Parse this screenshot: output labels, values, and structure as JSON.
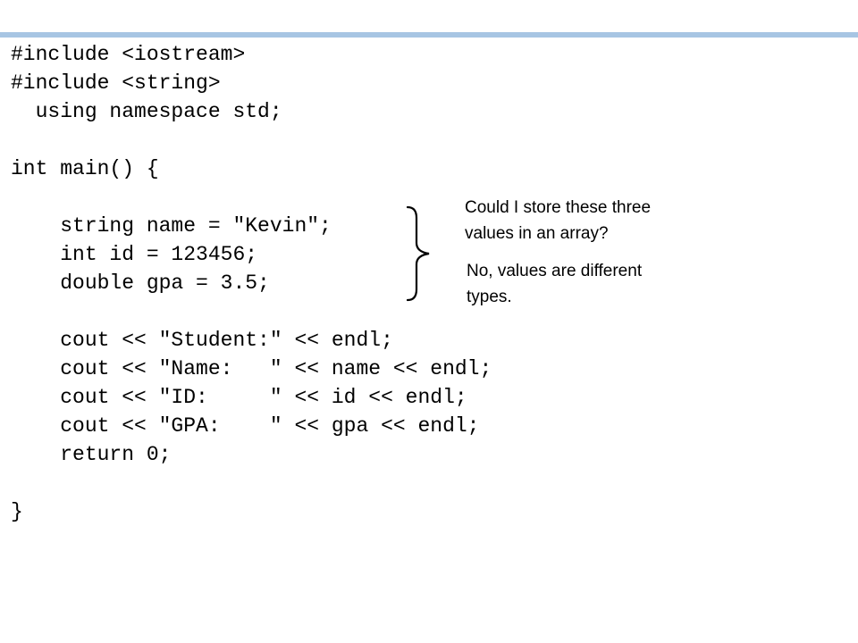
{
  "code": {
    "lines": [
      "#include <iostream>",
      "#include <string>",
      "  using namespace std;",
      "",
      "int main() {",
      "",
      "    string name = \"Kevin\";",
      "    int id = 123456;",
      "    double gpa = 3.5;",
      "",
      "    cout << \"Student:\" << endl;",
      "    cout << \"Name:   \" << name << endl;",
      "    cout << \"ID:     \" << id << endl;",
      "    cout << \"GPA:    \" << gpa << endl;",
      "    return 0;",
      "",
      "}"
    ]
  },
  "annotation": {
    "question": "Could I store these three\nvalues in an array?",
    "answer": "No, values are different\ntypes."
  },
  "colors": {
    "accent_bar": "#a7c5e3",
    "text": "#000000",
    "background": "#ffffff"
  }
}
